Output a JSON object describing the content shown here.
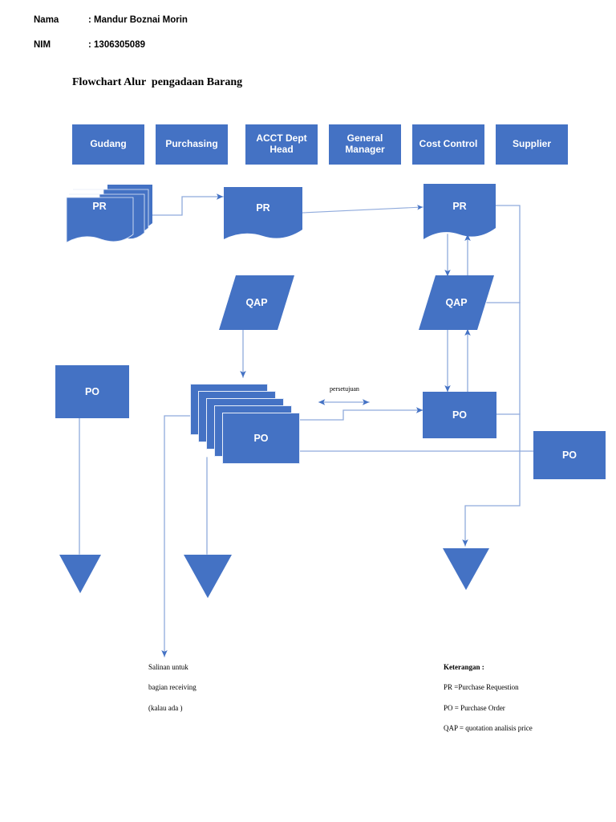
{
  "header": {
    "name_label": "Nama",
    "name_sep": ": Mandur Boznai Morin",
    "nim_label": "NIM",
    "nim_sep": ": 1306305089",
    "title": "Flowchart Alur  pengadaan Barang"
  },
  "colors": {
    "shape_fill": "#4472C4",
    "shape_fill_dark": "#3A61A8",
    "connector": "#8FAADC",
    "connector_dark": "#4472C4",
    "text_on_shape": "#FFFFFF",
    "page_background": "#FFFFFF"
  },
  "lanes": [
    {
      "id": "gudang",
      "label": "Gudang"
    },
    {
      "id": "purchasing",
      "label": "Purchasing"
    },
    {
      "id": "acct",
      "label": "ACCT Dept\nHead"
    },
    {
      "id": "gm",
      "label": "General\nManager"
    },
    {
      "id": "cost_control",
      "label": "Cost Control"
    },
    {
      "id": "supplier",
      "label": "Supplier"
    }
  ],
  "nodes": {
    "pr_stack_gudang": {
      "label": "PR",
      "shape": "document-stack"
    },
    "pr_purchasing": {
      "label": "PR",
      "shape": "document"
    },
    "pr_cost_control": {
      "label": "PR",
      "shape": "document"
    },
    "qap_purchasing": {
      "label": "QAP",
      "shape": "parallelogram"
    },
    "qap_cost_control": {
      "label": "QAP",
      "shape": "parallelogram"
    },
    "po_gudang": {
      "label": "PO",
      "shape": "rectangle"
    },
    "po_stack_purchasing": {
      "label": "PO",
      "shape": "rectangle-stack"
    },
    "po_cost_control": {
      "label": "PO",
      "shape": "rectangle"
    },
    "po_supplier": {
      "label": "PO",
      "shape": "rectangle"
    }
  },
  "edge_labels": {
    "persetujuan": "persetujuan"
  },
  "notes": {
    "copy_note_line1": "Salinan untuk",
    "copy_note_line2": "bagian receiving",
    "copy_note_line3": "(kalau ada  )"
  },
  "legend": {
    "title": "Keterangan :",
    "items": [
      "PR =Purchase Requestion",
      "PO = Purchase Order",
      "QAP = quotation analisis price"
    ]
  },
  "terminators": [
    {
      "id": "terminator-gudang",
      "shape": "triangle"
    },
    {
      "id": "terminator-purchasing",
      "shape": "triangle"
    },
    {
      "id": "terminator-cost-control",
      "shape": "triangle"
    }
  ]
}
